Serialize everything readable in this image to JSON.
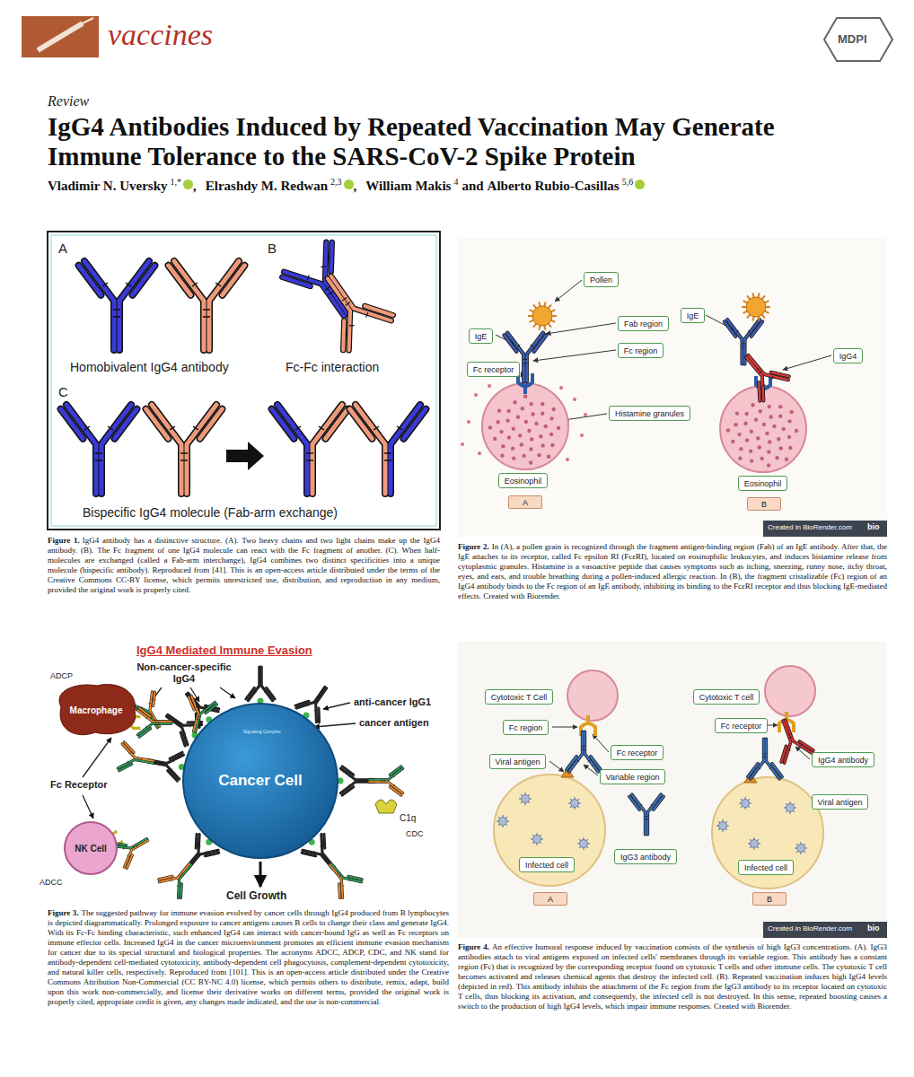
{
  "diagram": {
    "title": "IgG4 Antibodies Induced by Repeated Vaccination May Generate Immune Tolerance to the SARS-CoV-2 Spike Protein",
    "nodes": [
      {
        "text": [
          "Pollen"
        ]
      },
      {
        "text": [
          "Fab region"
        ]
      },
      {
        "text": [
          "IgE"
        ]
      },
      {
        "text": [
          "Fc region"
        ]
      },
      {
        "text": [
          "Fc receptor"
        ]
      },
      {
        "text": [
          "Histamine granules"
        ]
      },
      {
        "text": [
          "Eosinophil"
        ]
      },
      {
        "text": [
          "A"
        ]
      },
      {
        "text": [
          "IgE"
        ]
      },
      {
        "text": [
          "IgG4"
        ]
      },
      {
        "text": [
          "Eosinophil"
        ]
      },
      {
        "text": [
          "B"
        ]
      },
      {
        "text": [
          "Macrophage"
        ]
      },
      {
        "text": [
          "Cancer Cell"
        ]
      },
      {
        "text": [
          "NK Cell"
        ]
      },
      {
        "text": [
          "Cytotoxic T Cell"
        ]
      },
      {
        "text": [
          "Fc region"
        ]
      },
      {
        "text": [
          "Viral antigen"
        ]
      },
      {
        "text": [
          "Fc receptor"
        ]
      },
      {
        "text": [
          "Variable region"
        ]
      },
      {
        "text": [
          "IgG3 antibody"
        ]
      },
      {
        "text": [
          "Infected cell"
        ]
      },
      {
        "text": [
          "A"
        ]
      },
      {
        "text": [
          "Cytotoxic T cell"
        ]
      },
      {
        "text": [
          "Fc receptor"
        ]
      },
      {
        "text": [
          "IgG4 antibody"
        ]
      },
      {
        "text": [
          "Viral antigen"
        ]
      },
      {
        "text": [
          "Infected cell"
        ]
      },
      {
        "text": [
          "B"
        ]
      }
    ],
    "labels": [
      "vaccines",
      "MDPI",
      "Review",
      "Vladimir N. Uversky",
      "1,*",
      ",",
      "Elrashdy M. Redwan",
      "2,3",
      ",",
      "William Makis",
      "4",
      "and",
      "Alberto Rubio-Casillas",
      "5,6",
      "A",
      "B",
      "Homobivalent IgG4 antibody",
      "Fc-Fc interaction",
      "C",
      "Bispecific IgG4 molecule (Fab-arm exchange)",
      "Figure 1.",
      "IgG4 antibody has a distinctive structure. (A). Two heavy chains and two light chains make up the IgG4 antibody. (B). The Fc fragment of one IgG4 molecule can react with the Fc fragment of another. (C). When half-molecules are exchanged (called a Fab-arm interchange), IgG4 combines two distinct specificities into a unique molecule (bispecific antibody). Reproduced from [41]. This is an open-access article distributed under the terms of the Creative Commons CC-BY license, which permits unrestricted use, distribution, and reproduction in any medium, provided the original work is properly cited.",
      "Created in BioRender.com",
      "bio",
      "Figure 2.",
      "In (A), a pollen grain is recognized through the fragment antigen-binding region (Fab) of an IgE antibody. After that, the IgE attaches to its receptor, called Fc epsilon RI (FcεRI), located on eosinophilic leukocytes, and induces histamine release from cytoplasmic granules. Histamine is a vasoactive peptide that causes symptoms such as itching, sneezing, runny nose, itchy throat, eyes, and ears, and trouble breathing during a pollen-induced allergic reaction. In (B), the fragment cristalizable (Fc) region of an IgG4 antibody binds to the Fc region of an IgE antibody, inhibiting its binding to the FcεRI receptor and thus blocking IgE-mediated effects. Created with Biorender.",
      "IgG4 Mediated Immune Evasion",
      "ADCP",
      "Non-cancer-specific IgG4",
      "anti-cancer IgG1",
      "cancer antigen",
      "Signaling Complex",
      "Fc Receptor",
      "ADCC",
      "C1q",
      "CDC",
      "Cell Growth",
      "Figure 3.",
      "The suggested pathway for immune evasion evolved by cancer cells through IgG4 produced from B lymphocytes is depicted diagrammatically. Prolonged exposure to cancer antigens causes B cells to change their class and generate IgG4. With its Fc-Fc binding characteristic, such enhanced IgG4 can interact with cancer-bound IgG as well as Fc receptors on immune effector cells. Increased IgG4 in the cancer microenvironment promotes an efficient immune evasion mechanism for cancer due to its special structural and biological properties. The acronyms ADCC, ADCP, CDC, and NK stand for antibody-dependent cell-mediated cytotoxicity, antibody-dependent cell phagocytosis, complement-dependent cytotoxicity, and natural killer cells, respectively. Reproduced from [101]. This is an open-access article distributed under the Creative Commons Attribution Non-Commercial (CC BY-NC 4.0) license, which permits others to distribute, remix, adapt, build upon this work non-commercially, and license their derivative works on different terms, provided the original work is properly cited, appropriate credit is given, any changes made indicated, and the use is non-commercial.",
      "Created in BioRender.com",
      "bio",
      "Figure 4.",
      "An effective humoral response induced by vaccination consists of the synthesis of high IgG3 concentrations. (A). IgG3 antibodies attach to viral antigens exposed on infected cells' membranes through its variable region. This antibody has a constant region (Fc) that is recognized by the corresponding receptor found on cytotoxic T cells and other immune cells. The cytotoxic T cell becomes activated and releases chemical agents that destroy the infected cell. (B). Repeated vaccination induces high IgG4 levels (depicted in red). This antibody inhibits the attachment of the Fc region from the IgG3 antibody to its receptor located on cytotoxic T cells, thus blocking its activation, and consequently, the infected cell is not destroyed. In this sense, repeated boosting causes a switch to the production of high IgG4 levels, which impair immune responses. Created with Biorender."
    ]
  }
}
